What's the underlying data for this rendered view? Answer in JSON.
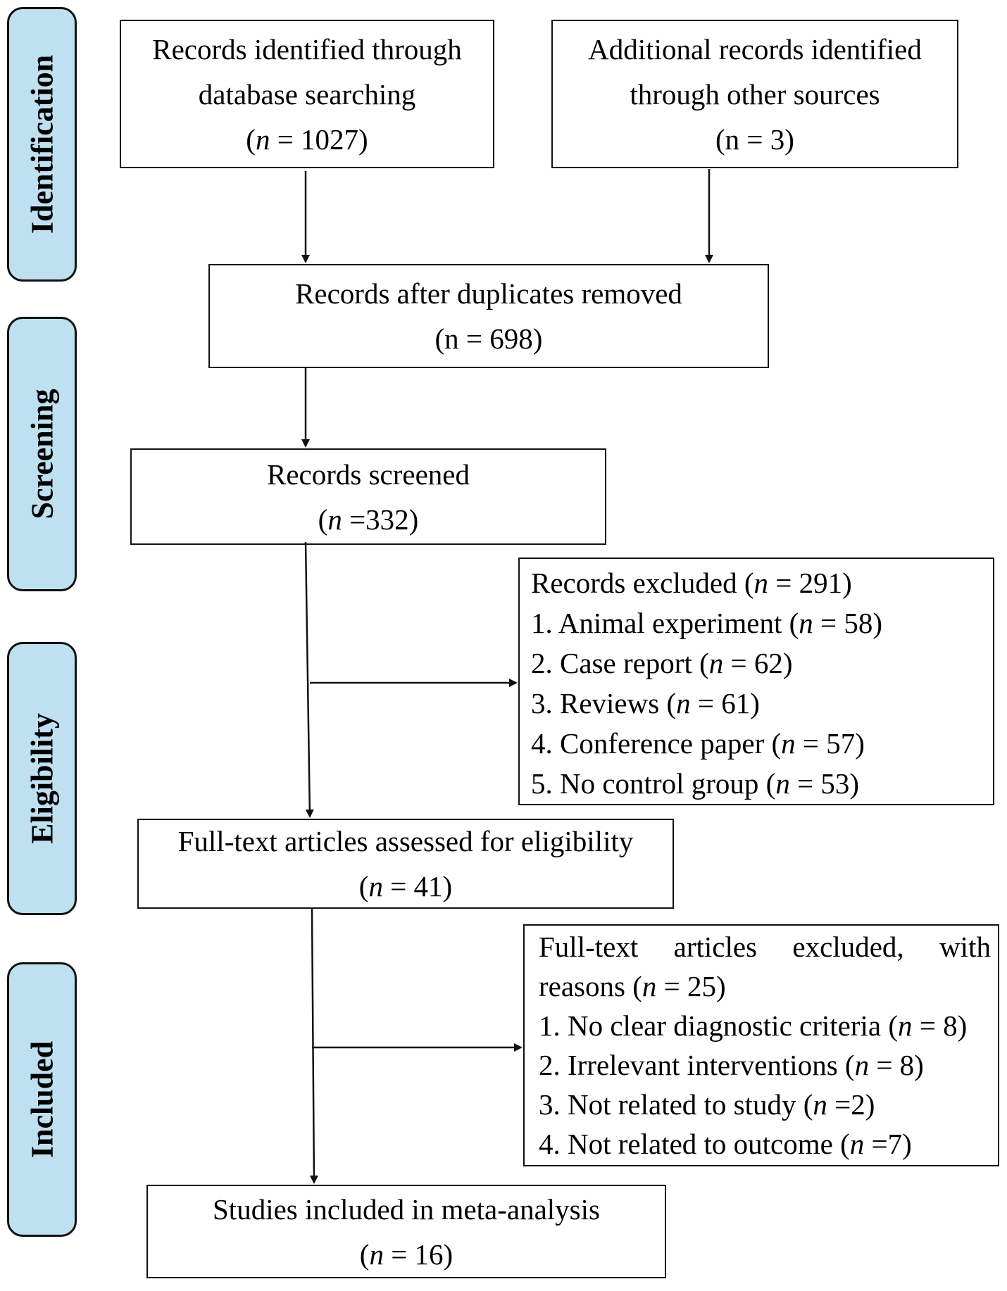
{
  "phases": [
    {
      "label": "Identification"
    },
    {
      "label": "Screening"
    },
    {
      "label": "Eligibility"
    },
    {
      "label": "Included"
    }
  ],
  "boxes": {
    "database": {
      "line1": "Records identified through",
      "line2": "database searching",
      "n_open": "(",
      "n_var": "n",
      "n_rest": " = 1027)"
    },
    "other": {
      "line1": "Additional records identified",
      "line2": "through other sources",
      "n_text": "(n = 3)"
    },
    "dedup": {
      "line1": "Records after duplicates removed",
      "n_text": "(n = 698)"
    },
    "screened": {
      "line1": "Records screened",
      "n_open": "(",
      "n_var": "n",
      "n_rest": " =332)"
    },
    "excluded": {
      "head_text": "Records excluded (",
      "head_var": "n",
      "head_rest": " = 291)",
      "items": [
        {
          "text": "1. Animal experiment (",
          "var": "n",
          "rest": " = 58)"
        },
        {
          "text": "2. Case report (",
          "var": "n",
          "rest": " = 62)"
        },
        {
          "text": "3. Reviews (",
          "var": "n",
          "rest": " = 61)"
        },
        {
          "text": "4. Conference paper (",
          "var": "n",
          "rest": " = 57)"
        },
        {
          "text": "5. No control group (",
          "var": "n",
          "rest": " = 53)"
        }
      ]
    },
    "fulltext": {
      "line1": "Full-text articles assessed for eligibility",
      "n_open": "(",
      "n_var": "n",
      "n_rest": " = 41)"
    },
    "ft_excluded": {
      "head_words": [
        "Full-text",
        "articles",
        "excluded,",
        "with"
      ],
      "head2_text": "reasons (",
      "head2_var": "n",
      "head2_rest": " = 25)",
      "items": [
        {
          "text": "1. No clear diagnostic criteria (",
          "var": "n",
          "rest": " = 8)"
        },
        {
          "text": "2. Irrelevant interventions (",
          "var": "n",
          "rest": " = 8)"
        },
        {
          "text": "3. Not related to study (",
          "var": "n",
          "rest": " =2)"
        },
        {
          "text": "4. Not related to outcome (",
          "var": "n",
          "rest": " =7)"
        }
      ]
    },
    "included": {
      "line1": "Studies included in meta-analysis",
      "n_open": "(",
      "n_var": "n",
      "n_rest": " = 16)"
    }
  }
}
